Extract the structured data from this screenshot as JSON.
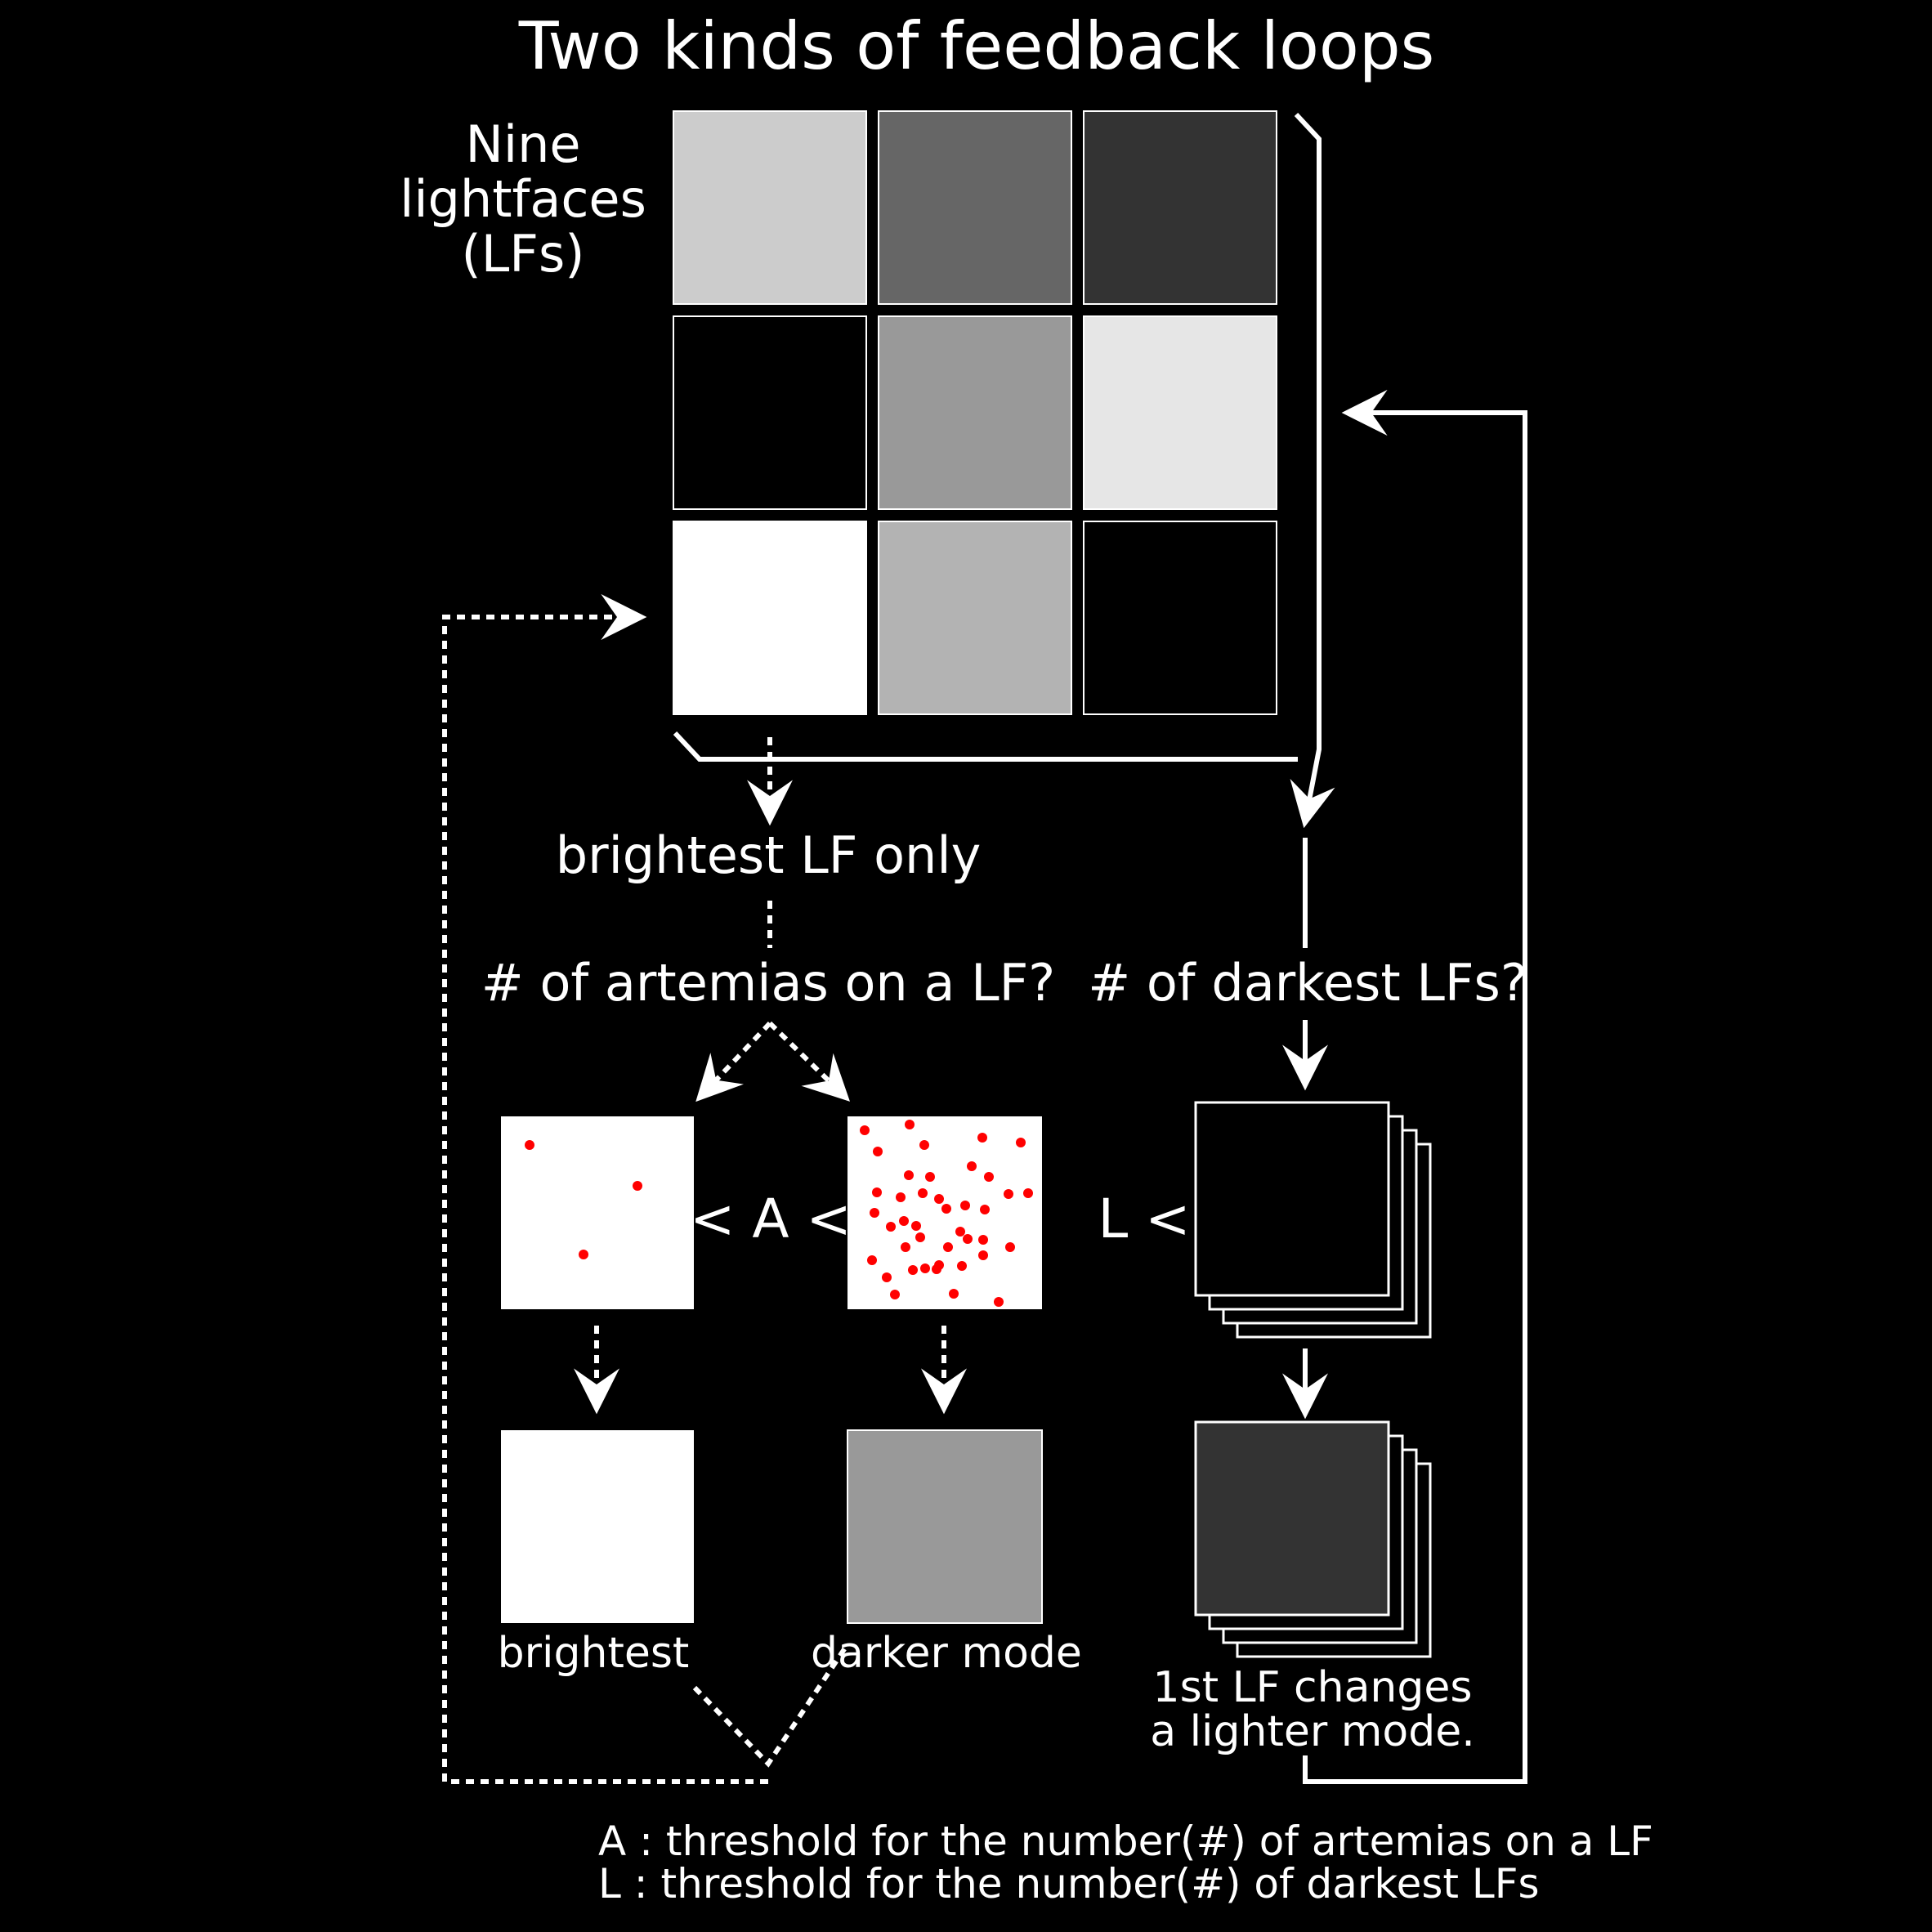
{
  "title": "Two kinds of feedback loops",
  "grid_label": [
    "Nine",
    "lightfaces",
    "(LFs)"
  ],
  "grid_cells": [
    {
      "color": "#cccccc"
    },
    {
      "color": "#666666"
    },
    {
      "color": "#333333"
    },
    {
      "color": "#000000"
    },
    {
      "color": "#999999"
    },
    {
      "color": "#e6e6e6"
    },
    {
      "color": "#ffffff"
    },
    {
      "color": "#b3b3b3"
    },
    {
      "color": "#000000"
    }
  ],
  "left_branch": {
    "step1": "brightest LF only",
    "question": "# of artemias on a LF?",
    "comparison": "< A <",
    "result_bright": "brightest",
    "result_dark": "darker mode",
    "result_dark_color": "#999999"
  },
  "right_branch": {
    "question": "# of darkest LFs?",
    "comparison": "L <",
    "result_line1": "1st LF changes",
    "result_line2": "a lighter mode.",
    "stack_before_color": "#000000",
    "stack_after_color": "#333333"
  },
  "legend": {
    "a": "A : threshold for the number(#) of artemias on a LF",
    "l": "L : threshold for the number(#) of darkest LFs"
  },
  "colors": {
    "background": "#000000",
    "foreground": "#ffffff",
    "artemia": "#ff0000"
  }
}
